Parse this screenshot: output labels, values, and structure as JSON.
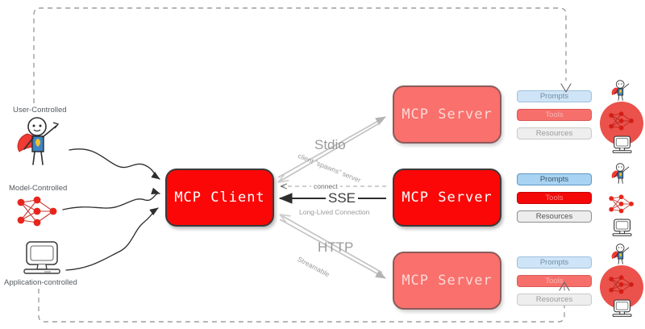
{
  "diagram": {
    "title": "MCP Client / Server transports",
    "colors": {
      "active_red": "#fb0707",
      "dim_salmon": "#f9706c",
      "prompts_blue": "#a8d3f2",
      "tools_red": "#f50808",
      "resources_gray": "#ededed",
      "label_gray": "#9a9a9a",
      "text_dark": "#3b3b3b"
    }
  },
  "left_actors": [
    {
      "label": "User-Controlled",
      "icon": "superhero-icon"
    },
    {
      "label": "Model-Controlled",
      "icon": "neural-network-icon"
    },
    {
      "label": "Application-controlled",
      "icon": "computer-icon"
    }
  ],
  "client": {
    "label": "MCP Client"
  },
  "transports": [
    {
      "name": "Stdio",
      "subtitle": "client \"spawns\" server",
      "style": "dim-arrow"
    },
    {
      "name": "SSE",
      "subtitle": "Long-Lived Connection",
      "connect_label": "connect",
      "style": "solid-arrow"
    },
    {
      "name": "HTTP",
      "subtitle": "Streamable",
      "style": "dim-arrow"
    }
  ],
  "servers": [
    {
      "label": "MCP Server",
      "state": "dim",
      "capabilities": [
        {
          "label": "Prompts",
          "kind": "prompts"
        },
        {
          "label": "Tools",
          "kind": "tools"
        },
        {
          "label": "Resources",
          "kind": "resources"
        }
      ],
      "actors": [
        "superhero-icon",
        "neural-network-icon",
        "computer-icon"
      ],
      "highlight_circle": true
    },
    {
      "label": "MCP Server",
      "state": "active",
      "capabilities": [
        {
          "label": "Prompts",
          "kind": "prompts"
        },
        {
          "label": "Tools",
          "kind": "tools"
        },
        {
          "label": "Resources",
          "kind": "resources"
        }
      ],
      "actors": [
        "superhero-icon",
        "neural-network-icon",
        "computer-icon"
      ],
      "highlight_circle": false
    },
    {
      "label": "MCP Server",
      "state": "dim",
      "capabilities": [
        {
          "label": "Prompts",
          "kind": "prompts"
        },
        {
          "label": "Tools",
          "kind": "tools"
        },
        {
          "label": "Resources",
          "kind": "resources"
        }
      ],
      "actors": [
        "superhero-icon",
        "neural-network-icon",
        "computer-icon"
      ],
      "highlight_circle": true
    }
  ],
  "loops": [
    {
      "name": "user-control-loop",
      "from": "User-Controlled",
      "to": "Prompts"
    },
    {
      "name": "application-control-loop",
      "from": "Application-controlled",
      "to": "Resources"
    }
  ]
}
